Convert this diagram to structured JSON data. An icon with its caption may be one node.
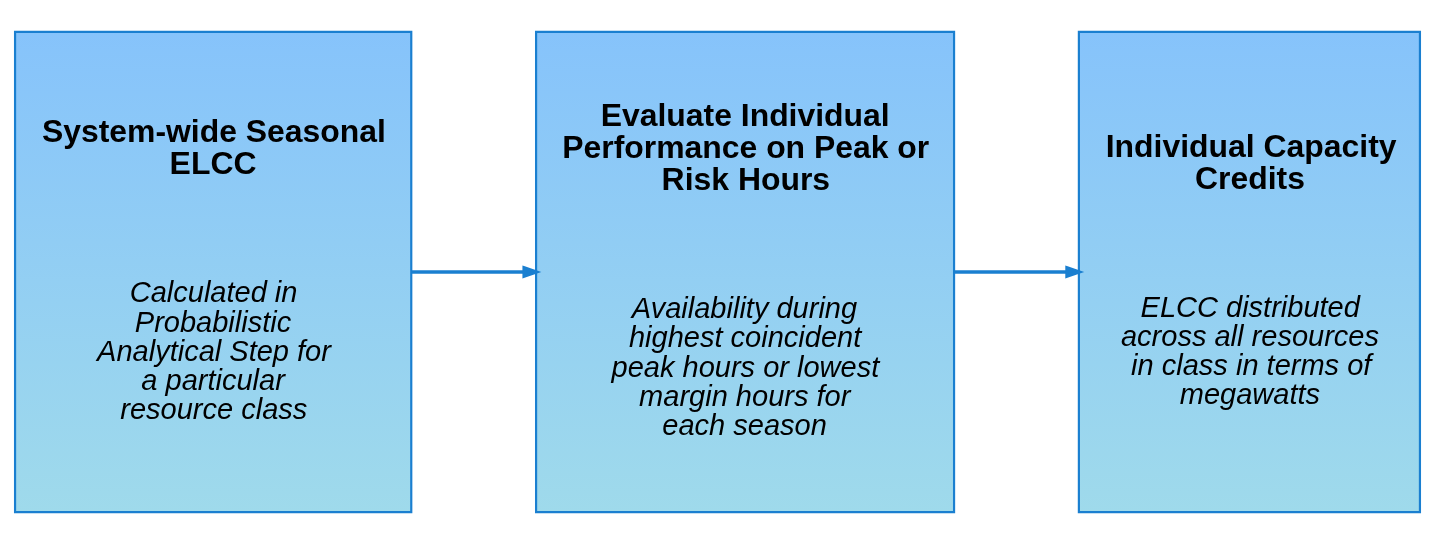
{
  "diagram": {
    "nodes": [
      {
        "text": [
          "System-wide Seasonal ELCC",
          "Calculated in Probabilistic Analytical Step for a particular resource class"
        ]
      },
      {
        "text": [
          "Evaluate Individual Performance on Peak or Risk Hours",
          "Availability during highest coincident peak hours or lowest margin hours for each season"
        ]
      },
      {
        "text": [
          "Individual Capacity Credits",
          "ELCC distributed across all resources in class in terms of megawatts"
        ]
      }
    ],
    "edges": [
      {
        "from": 0,
        "to": 1,
        "arrow": "to"
      },
      {
        "from": 1,
        "to": 2,
        "arrow": "to"
      }
    ]
  }
}
